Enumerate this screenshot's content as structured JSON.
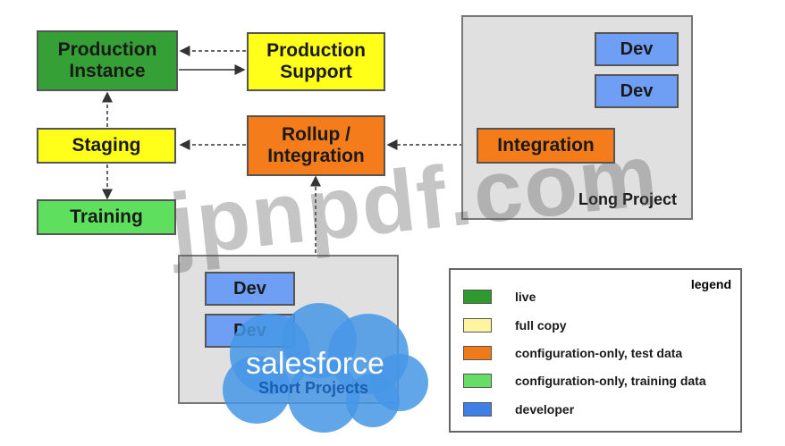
{
  "nodes": {
    "production_instance": "Production\nInstance",
    "production_support": "Production\nSupport",
    "staging": "Staging",
    "rollup_integration": "Rollup /\nIntegration",
    "training": "Training",
    "integration": "Integration",
    "dev_long_1": "Dev",
    "dev_long_2": "Dev",
    "dev_short_1": "Dev",
    "dev_short_2": "Dev"
  },
  "groups": {
    "long_project": "Long Project",
    "short_projects": "Short Projects"
  },
  "legend": {
    "title": "legend",
    "items": [
      {
        "label": "live",
        "color": "#2e9a2e"
      },
      {
        "label": "full copy",
        "color": "#fff5a0"
      },
      {
        "label": "configuration-only, test data",
        "color": "#f07a1a"
      },
      {
        "label": "configuration-only, training data",
        "color": "#66dd66"
      },
      {
        "label": "developer",
        "color": "#3f7fe6"
      }
    ]
  },
  "colors": {
    "live": "#35a035",
    "full_copy": "#ffff1a",
    "config_test": "#f57c1a",
    "config_training": "#5ee05e",
    "developer": "#6f9ef5",
    "connector": "#333333"
  },
  "overlays": {
    "watermark": "jpnpdf.com",
    "logo_text": "salesforce"
  }
}
